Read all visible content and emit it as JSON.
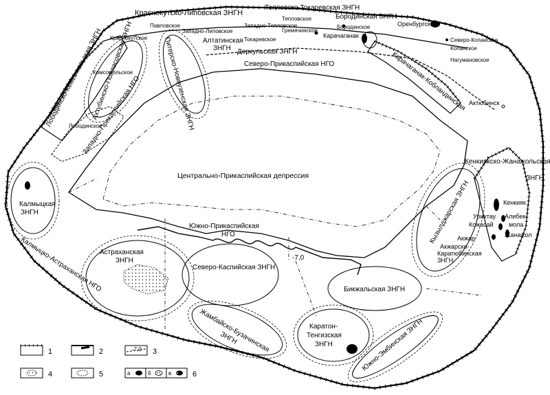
{
  "labels": {
    "krasnokutsko_lipovskaya": "Краснокутско-Липовская ЗНГН",
    "teplovsko_tokarevskaya": "Тепловско-Токаревская ЗНГН",
    "borodinskaya": "Бородинская ЗНГН",
    "orenburgskoe": "Оренбургское",
    "teplovskoe": "Тепловское",
    "zapadno_teplovskoe": "Западно-Тепловское",
    "borodinskoe": "Бородинское",
    "gremyachinskoe": "Гремячинское",
    "karachaganak": "Карачаганак",
    "pavlovskoe": "Павловское",
    "zapadno_lipovskoe": "Западно-Липовское",
    "altatinskaya": "Алтатинская",
    "altatinskaya2": "ЗНГН",
    "tokarevskoe": "Токаревское",
    "derkulskaya": "Деркульская ЗНГН",
    "severo_kopanskoe": "Северо-Копанское",
    "kopanskoe": "Копанское",
    "nagumanovskoe": "Нагумановское",
    "krasnokutskoe": "Краснокутское",
    "komsomolskoe": "Комсомольское",
    "lobodinsko_komsomolskaya": "Лободинско-Комсомольская ЗНГН",
    "akhtubinsko_pollasovskaya": "Ахтубинско-Полласовская ЗНГН",
    "piterskо_novouzenskaya": "Питерско-Новоузенская ЗНГН",
    "severo_prikaspiyskaya": "Северо-Прикаспийская НГО",
    "karachaganak_koblandinskaya": "Карачаганак-Кобландинская",
    "aktyubinsk": "Актюбинск",
    "lobodinskoe": "Лободинское",
    "zapadno_prikaspiyskaya": "Западно-Прикаспийская НГО",
    "tsentralno_prikaspiyskaya": "Центрально-Прикаспийская депрессия",
    "kenkiyaksko_zhanazholskaya": "Кенкиякско-Жанажольская",
    "znhn": "ЗНГН",
    "kalmytskaya": "Калмыцкая",
    "kalmytskaya2": "ЗНГН",
    "kenkiyak": "Кенкияк",
    "urikhtau": "Урихтау",
    "alibek": "Алибек-",
    "mola": "мола",
    "kozhasay": "Кожасай",
    "zhanazhol": "Жанажол",
    "kyzyldzharskaya": "Кызылджарская ЗНГН",
    "akzhar": "Акжар",
    "akzharsko_karatyubinskaya": "Акжарско-",
    "akzharsko_karatyubinskaya2": "Каратюбинская",
    "akzharsko_karatyubinskaya3": "ЗНГН",
    "yuzhno_prikaspiyskaya": "Южно-Прикаспийская",
    "yuzhno_prikaspiyskaya2": "НГО",
    "minus7": "-7,0",
    "astrakhanskaya": "Астраханская",
    "astrakhanskaya2": "ЗНГН",
    "severo_kaspiyskaya": "Северо-Каспийская ЗНГН",
    "kalmytsko_astrakhanskaya": "Калмыцко-Астраханская НГО",
    "bikzhalskaya": "Бикжальская ЗНГН",
    "zhambaysko_buzachinskaya": "Жамбайско-Бузачинская",
    "zhambaysko_buzachinskaya2": "ЗНГН",
    "karaton_tengizskaya": "Каратон-",
    "karaton_tengizskaya2": "Тенгизская",
    "karaton_tengizskaya3": "ЗНГН",
    "yuzhno_embinskaya": "Южно-Эмбинская ЗНГН"
  },
  "legend": {
    "n1": "1",
    "n2": "2",
    "n3": "3",
    "n4": "4",
    "n5": "5",
    "n6": "6",
    "iso": "-7,0",
    "a": "а",
    "b": "б",
    "v": "в"
  }
}
